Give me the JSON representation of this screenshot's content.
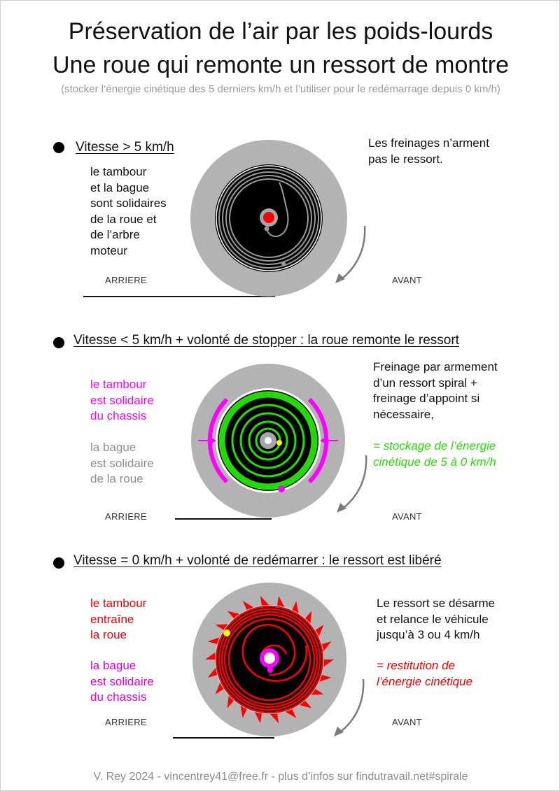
{
  "header": {
    "title_line1": "Préservation de l’air par les poids-lourds",
    "title_line2": "Une roue qui remonte un ressort de montre",
    "subtitle": "(stocker l’énergie cinétique des 5 derniers km/h et l’utiliser pour le redémarrage depuis 0 km/h)"
  },
  "sections": [
    {
      "heading": "Vitesse > 5 km/h",
      "left_lines": [
        "le tambour",
        "et la bague",
        "sont solidaires",
        "de la roue et",
        "de l’arbre",
        "moteur"
      ],
      "right_lines": [
        "Les freinages n’arment",
        "pas le ressort."
      ],
      "label_rear": "ARRIERE",
      "label_front": "AVANT"
    },
    {
      "heading": "Vitesse < 5 km/h + volonté de stopper : la roue remonte le ressort",
      "left_lines_a": [
        "le tambour",
        "est solidaire",
        "du chassis"
      ],
      "left_lines_b": [
        "la bague",
        "est solidaire",
        "de la roue"
      ],
      "right_lines": [
        "Freinage par armement",
        "d’un ressort spiral +",
        "freinage d’appoint si",
        "nécessaire,"
      ],
      "right_lines_em": [
        "= stockage de l’énergie",
        "cinétique de 5 à 0 km/h"
      ],
      "label_rear": "ARRIERE",
      "label_front": "AVANT"
    },
    {
      "heading": "Vitesse = 0 km/h + volonté de redémarrer : le ressort est libéré",
      "left_lines_a": [
        "le tambour",
        "entraîne",
        "la roue"
      ],
      "left_lines_b": [
        "la bague",
        "est solidaire",
        "du chassis"
      ],
      "right_lines": [
        "Le ressort se désarme",
        "et relance le véhicule",
        "jusqu’à 3 ou 4 km/h"
      ],
      "right_lines_em": [
        "= restitution de",
        "l’énergie cinétique"
      ],
      "label_rear": "ARRIERE",
      "label_front": "AVANT"
    }
  ],
  "footer": "V. Rey 2024 - vincentrey41@free.fr - plus d’infos sur findutravail.net#spirale",
  "colors": {
    "tire": "#b3b3b3",
    "drum": "#000000",
    "spring_idle": "#9a9a9a",
    "spring_charge": "#22e000",
    "spring_release": "#ff0000",
    "chassis_link": "#ff00ff",
    "hub": "#ff0000",
    "marker": "#ffff00",
    "arrow": "#7a7a7a"
  }
}
